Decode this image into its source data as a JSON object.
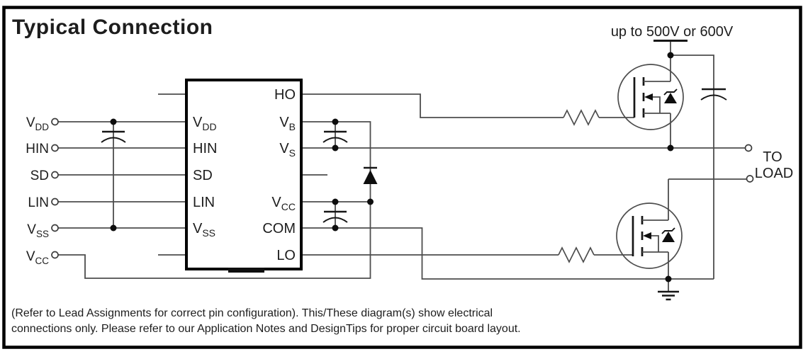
{
  "title": "Typical Connection",
  "supply_label": "up to 500V or 600V",
  "load": {
    "line1": "TO",
    "line2": "LOAD"
  },
  "input_terminals": [
    {
      "base": "V",
      "sub": "DD"
    },
    {
      "base": "HIN",
      "sub": ""
    },
    {
      "base": "SD",
      "sub": ""
    },
    {
      "base": "LIN",
      "sub": ""
    },
    {
      "base": "V",
      "sub": "SS"
    },
    {
      "base": "V",
      "sub": "CC"
    }
  ],
  "ic": {
    "left_pins": [
      {
        "base": "V",
        "sub": "DD"
      },
      {
        "base": "HIN",
        "sub": ""
      },
      {
        "base": "SD",
        "sub": ""
      },
      {
        "base": "LIN",
        "sub": ""
      },
      {
        "base": "V",
        "sub": "SS"
      }
    ],
    "right_pins": [
      {
        "base": "HO",
        "sub": ""
      },
      {
        "base": "V",
        "sub": "B"
      },
      {
        "base": "V",
        "sub": "S"
      },
      {
        "base": "V",
        "sub": "CC"
      },
      {
        "base": "COM",
        "sub": ""
      },
      {
        "base": "LO",
        "sub": ""
      }
    ]
  },
  "footer": {
    "line1": "(Refer to Lead Assignments for correct pin configuration). This/These diagram(s) show electrical",
    "line2": "connections only.  Please refer to our Application Notes and DesignTips for proper circuit board layout."
  },
  "colors": {
    "ink": "#1d1d1d",
    "wire": "#4d4d4d",
    "background": "#ffffff"
  }
}
